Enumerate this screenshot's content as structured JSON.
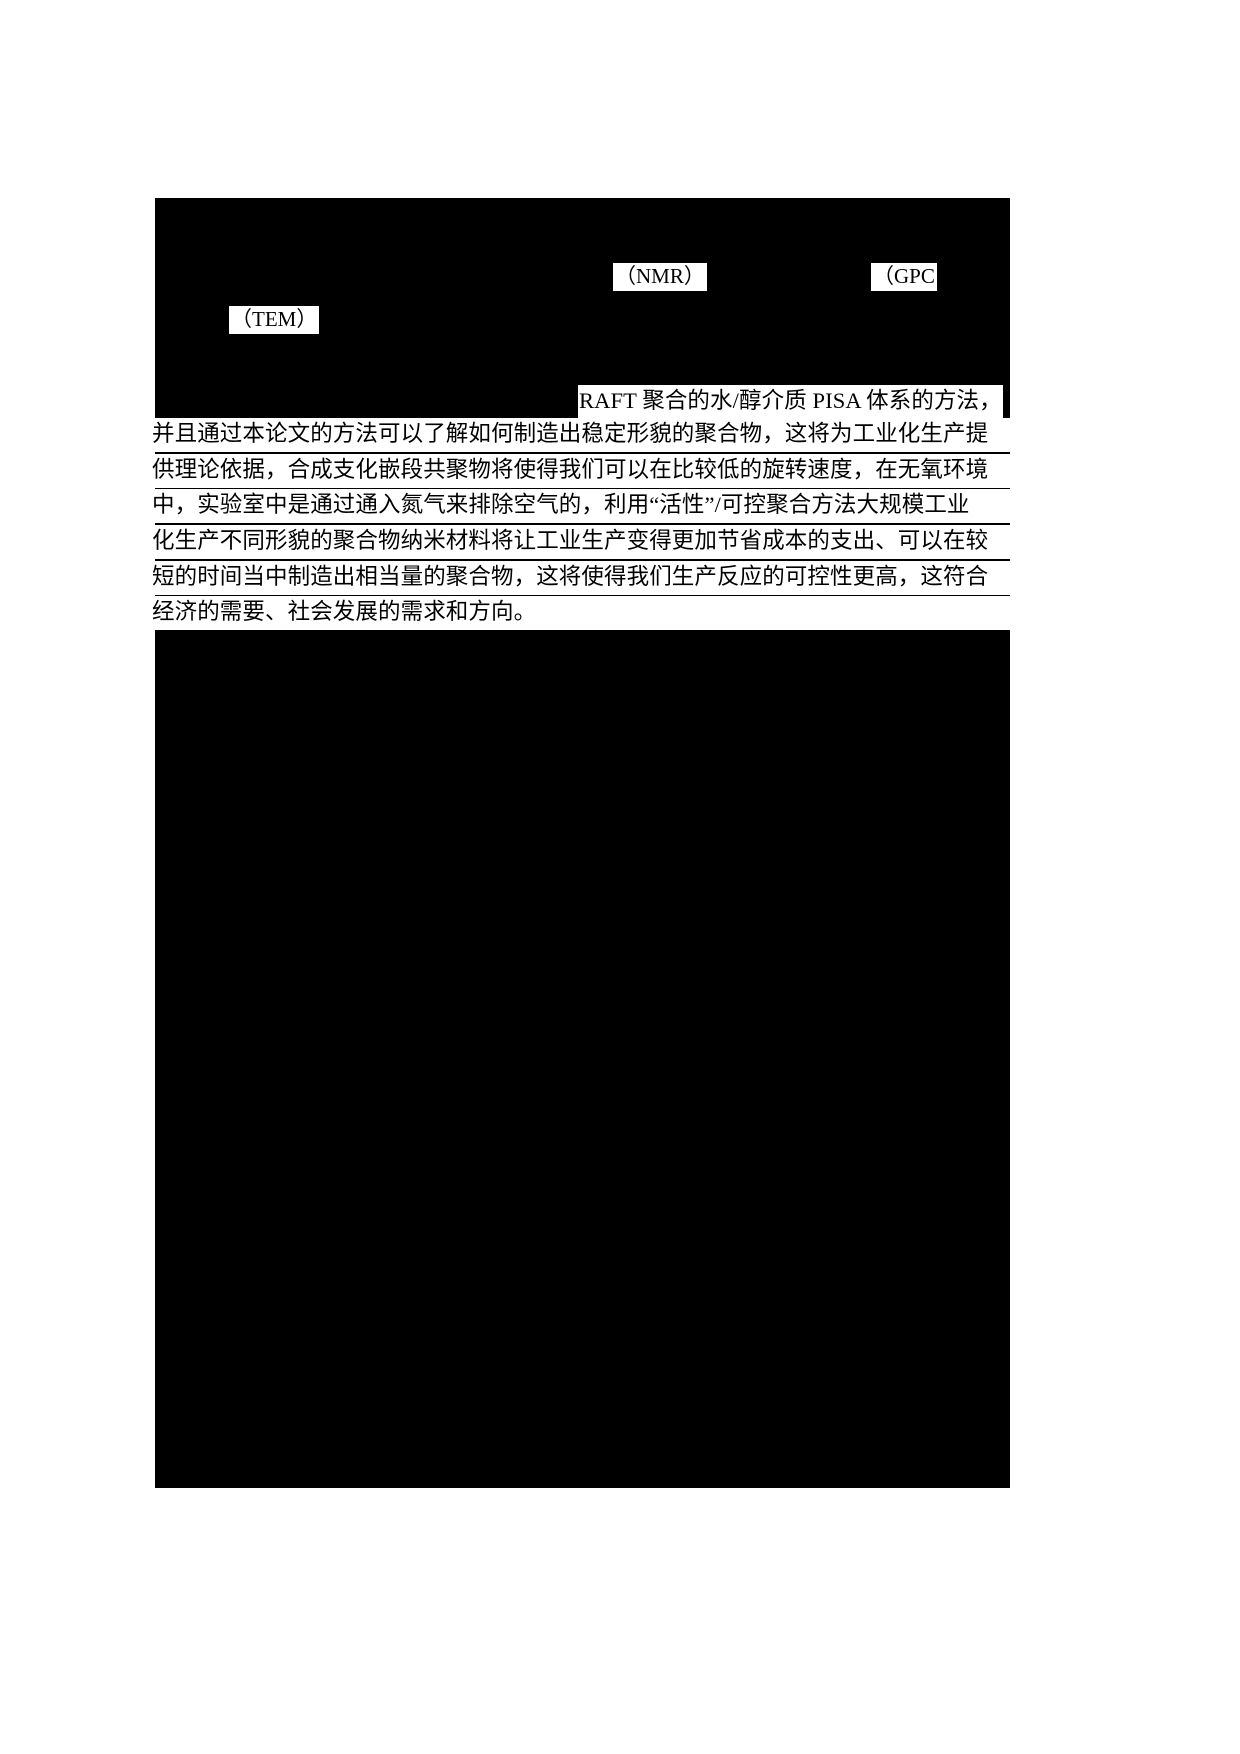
{
  "document": {
    "page_background": "#ffffff",
    "redaction_color": "#000000",
    "text_color": "#000000",
    "highlight_color": "#ffffff",
    "language": "zh-CN",
    "description": "Redacted thesis page with black overlay and partially revealed Chinese paragraph"
  },
  "labels": {
    "nmr": "（NMR）",
    "gpc": "（GPC",
    "tem": "（TEM）"
  },
  "paragraph": {
    "line_raft": "RAFT 聚合的水/醇介质 PISA 体系的方法，",
    "line_1": "并且通过本论文的方法可以了解如何制造出稳定形貌的聚合物，这将为工业化生产提",
    "line_2": "供理论依据，合成支化嵌段共聚物将使得我们可以在比较低的旋转速度，在无氧环境",
    "line_3": "中，实验室中是通过通入氮气来排除空气的，利用“活性”/可控聚合方法大规模工业",
    "line_4": "化生产不同形貌的聚合物纳米材料将让工业生产变得更加节省成本的支出、可以在较",
    "line_5": "短的时间当中制造出相当量的聚合物，这将使得我们生产反应的可控性更高，这符合",
    "line_6": "经济的需要、社会发展的需求和方向。"
  }
}
